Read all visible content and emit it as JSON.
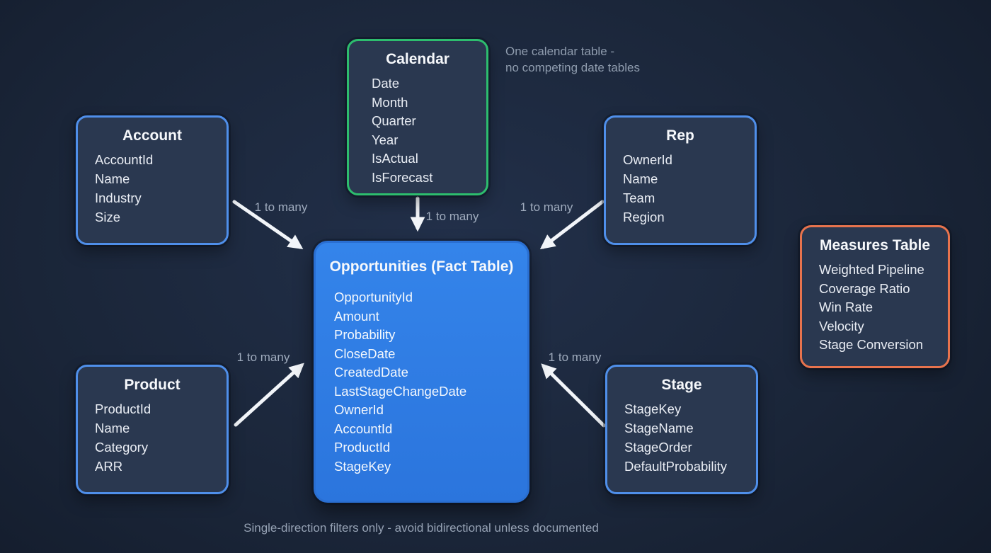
{
  "diagram": {
    "title_hint": "Sales pipeline star schema",
    "colors": {
      "background": "#1a2538",
      "dimension_border": "#4f8fea",
      "calendar_border": "#2dbd6e",
      "measures_border": "#e8734d",
      "fact_fill": "#2f7de4",
      "arrow": "#f2f5f9",
      "muted_text": "#96a2b4"
    }
  },
  "tables": {
    "account": {
      "title": "Account",
      "fields": [
        "AccountId",
        "Name",
        "Industry",
        "Size"
      ]
    },
    "calendar": {
      "title": "Calendar",
      "fields": [
        "Date",
        "Month",
        "Quarter",
        "Year",
        "IsActual",
        "IsForecast"
      ]
    },
    "rep": {
      "title": "Rep",
      "fields": [
        "OwnerId",
        "Name",
        "Team",
        "Region"
      ]
    },
    "product": {
      "title": "Product",
      "fields": [
        "ProductId",
        "Name",
        "Category",
        "ARR"
      ]
    },
    "stage": {
      "title": "Stage",
      "fields": [
        "StageKey",
        "StageName",
        "StageOrder",
        "DefaultProbability"
      ]
    },
    "fact": {
      "title": "Opportunities (Fact Table)",
      "fields": [
        "OpportunityId",
        "Amount",
        "Probability",
        "CloseDate",
        "CreatedDate",
        "LastStageChangeDate",
        "OwnerId",
        "AccountId",
        "ProductId",
        "StageKey"
      ]
    },
    "measures": {
      "title": "Measures Table",
      "fields": [
        "Weighted Pipeline",
        "Coverage Ratio",
        "Win Rate",
        "Velocity",
        "Stage Conversion"
      ]
    }
  },
  "edge_labels": {
    "account_fact": "1 to many",
    "calendar_fact": "1 to many",
    "rep_fact": "1 to many",
    "product_fact": "1 to many",
    "stage_fact": "1 to many"
  },
  "annotations": {
    "calendar_note_line1": "One calendar table -",
    "calendar_note_line2": "no competing date tables",
    "footer": "Single-direction filters only - avoid bidirectional unless documented"
  }
}
